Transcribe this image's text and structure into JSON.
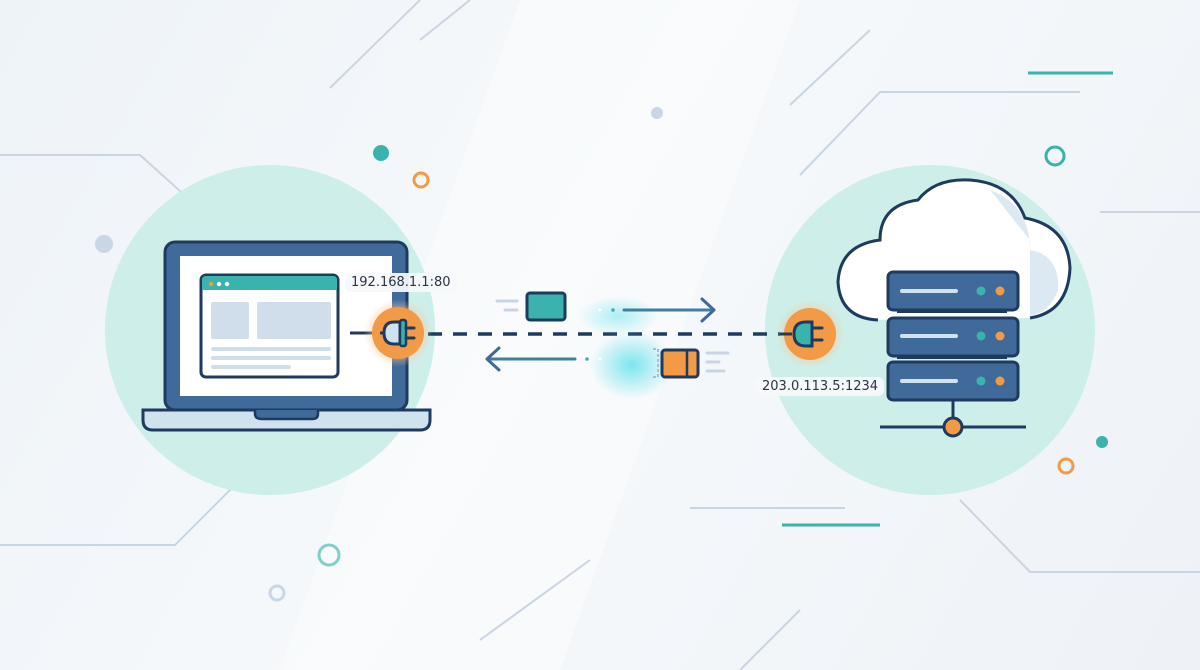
{
  "diagram": {
    "client": {
      "name": "client-laptop",
      "address": "192.168.1.1:80"
    },
    "server": {
      "name": "cloud-server",
      "address": "203.0.113.5:1234"
    },
    "connection": {
      "style": "dashed",
      "outbound_direction": "right",
      "inbound_direction": "left"
    },
    "colors": {
      "background": "#eef3f8",
      "circle": "#cdeee9",
      "navy": "#1f3a5f",
      "blue": "#3f6a99",
      "teal": "#3bb3ad",
      "orange": "#f29a45",
      "light_blue": "#cfe2ee"
    }
  }
}
